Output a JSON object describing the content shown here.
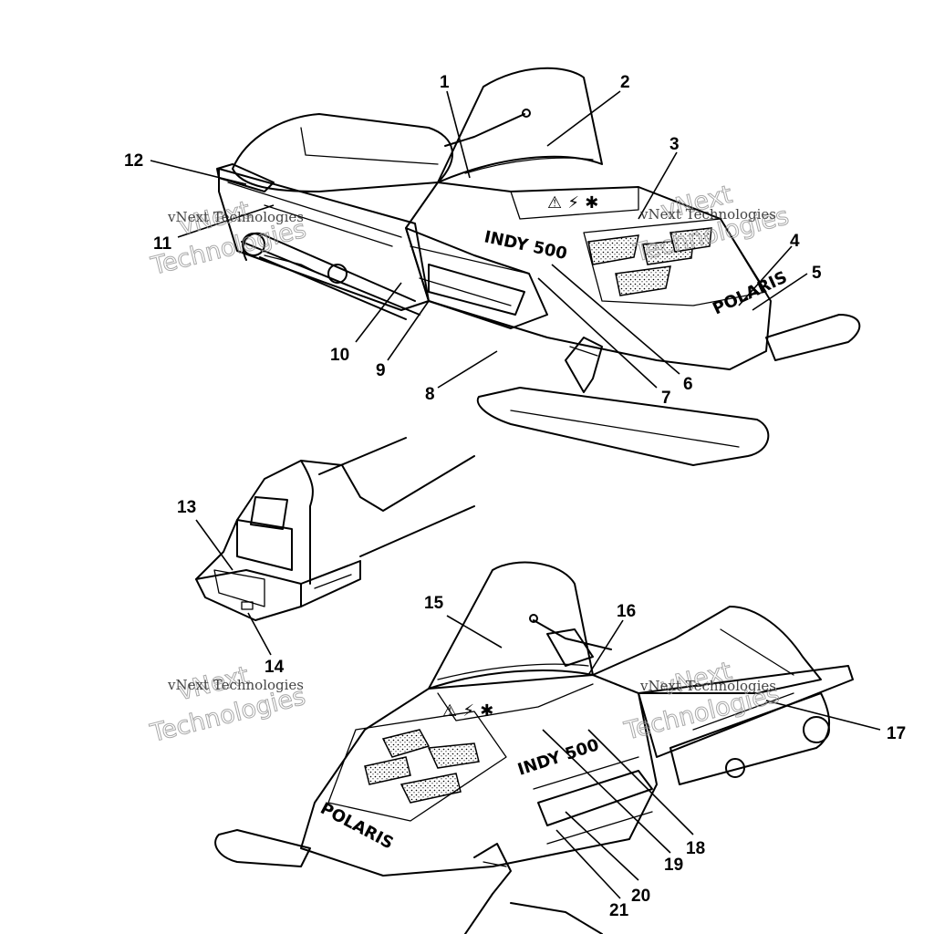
{
  "diagram": {
    "callouts": [
      {
        "id": "c1",
        "label": "1"
      },
      {
        "id": "c2",
        "label": "2"
      },
      {
        "id": "c3",
        "label": "3"
      },
      {
        "id": "c4",
        "label": "4"
      },
      {
        "id": "c5",
        "label": "5"
      },
      {
        "id": "c6",
        "label": "6"
      },
      {
        "id": "c7",
        "label": "7"
      },
      {
        "id": "c8",
        "label": "8"
      },
      {
        "id": "c9",
        "label": "9"
      },
      {
        "id": "c10",
        "label": "10"
      },
      {
        "id": "c11",
        "label": "11"
      },
      {
        "id": "c12",
        "label": "12"
      },
      {
        "id": "c13",
        "label": "13"
      },
      {
        "id": "c14",
        "label": "14"
      },
      {
        "id": "c15",
        "label": "15"
      },
      {
        "id": "c16",
        "label": "16"
      },
      {
        "id": "c17",
        "label": "17"
      },
      {
        "id": "c18",
        "label": "18"
      },
      {
        "id": "c19",
        "label": "19"
      },
      {
        "id": "c20",
        "label": "20"
      },
      {
        "id": "c21",
        "label": "21"
      }
    ],
    "decal_text": "INDY 500",
    "brand_text": "POLARIS"
  },
  "watermark": {
    "line1": "vNext",
    "line2": "Technologies",
    "small": "vNext Technologies"
  }
}
